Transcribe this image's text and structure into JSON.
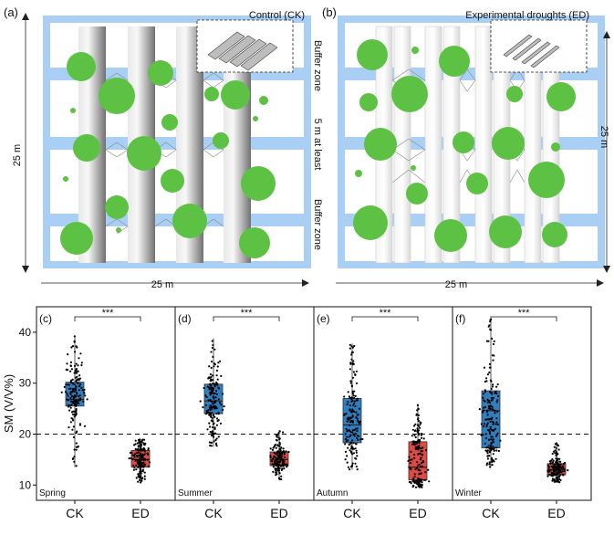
{
  "top": {
    "a": {
      "tag": "(a)",
      "title": "Control (CK)",
      "width_label": "25 m",
      "height_label": "25 m"
    },
    "b": {
      "tag": "(b)",
      "title": "Experimental droughts (ED)",
      "width_label": "25 m",
      "height_label": "25 m"
    },
    "middle_labels": {
      "buffer_top": "Buffer zone",
      "gap": "5 m at least",
      "buffer_bottom": "Buffer zone"
    }
  },
  "colors": {
    "plot_frame": "#a9cff5",
    "tree": "#5dc244",
    "ck_box": "#2d7fc0",
    "ed_box": "#df4a42",
    "points": "#000000"
  },
  "chart_data": {
    "type": "box",
    "ylabel": "SM (V/V%)",
    "ylim": [
      7,
      45
    ],
    "yticks": [
      10,
      20,
      30,
      40
    ],
    "reference_line_y": 20,
    "categories": [
      "CK",
      "ED"
    ],
    "panels": [
      {
        "tag": "(c)",
        "season": "Spring",
        "significance": "***",
        "boxes": [
          {
            "category": "CK",
            "min": 13.5,
            "q1": 25.5,
            "median": 26.8,
            "q3": 30.2,
            "max": 39.3
          },
          {
            "category": "ED",
            "min": 10.5,
            "q1": 13.5,
            "median": 15.0,
            "q3": 16.8,
            "max": 19.0
          }
        ]
      },
      {
        "tag": "(d)",
        "season": "Summer",
        "significance": "***",
        "boxes": [
          {
            "category": "CK",
            "min": 17.5,
            "q1": 24.0,
            "median": 26.5,
            "q3": 29.8,
            "max": 38.8
          },
          {
            "category": "ED",
            "min": 11.0,
            "q1": 13.8,
            "median": 15.0,
            "q3": 16.5,
            "max": 20.8
          }
        ]
      },
      {
        "tag": "(e)",
        "season": "Autumn",
        "significance": "***",
        "boxes": [
          {
            "category": "CK",
            "min": 13.0,
            "q1": 18.3,
            "median": 21.8,
            "q3": 27.0,
            "max": 37.8
          },
          {
            "category": "ED",
            "min": 9.5,
            "q1": 11.0,
            "median": 13.5,
            "q3": 18.5,
            "max": 25.7
          }
        ]
      },
      {
        "tag": "(f)",
        "season": "Winter",
        "significance": "***",
        "boxes": [
          {
            "category": "CK",
            "min": 13.5,
            "q1": 17.3,
            "median": 24.6,
            "q3": 28.5,
            "max": 42.8
          },
          {
            "category": "ED",
            "min": 10.5,
            "q1": 12.0,
            "median": 13.0,
            "q3": 14.2,
            "max": 18.2
          }
        ]
      }
    ]
  }
}
